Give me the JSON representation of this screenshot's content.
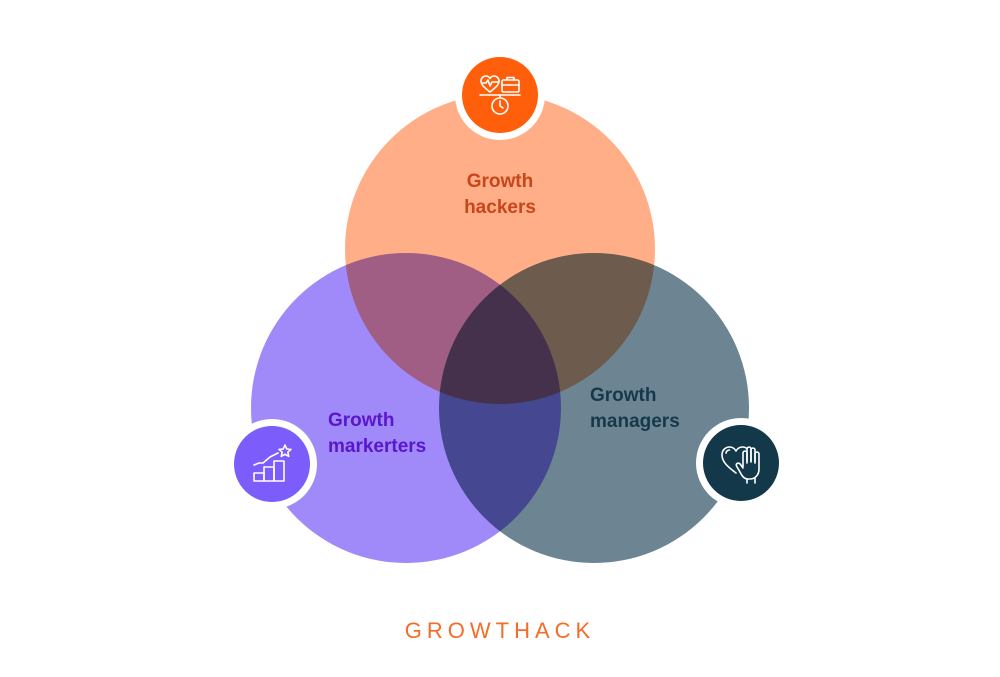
{
  "colors": {
    "hackers_circle": "#FFAE87",
    "marketers_circle": "#A08AFA",
    "managers_circle": "#6A8391",
    "hackers_text": "#C7461A",
    "marketers_text": "#5A16CC",
    "managers_text": "#15394A",
    "hackers_icon_bg": "#FF5E0A",
    "marketers_icon_bg": "#7C5CFA",
    "managers_icon_bg": "#12384A",
    "brand": "#F36D28",
    "background": "#FFFFFF"
  },
  "circles": {
    "hackers": {
      "label_line1": "Growth",
      "label_line2": "hackers",
      "icon": "health-briefcase-clock-icon"
    },
    "marketers": {
      "label_line1": "Growth",
      "label_line2": "markerters",
      "icon": "growth-bar-chart-star-icon"
    },
    "managers": {
      "label_line1": "Growth",
      "label_line2": "managers",
      "icon": "heart-hand-icon"
    }
  },
  "brand": {
    "text": "GROWTHACK"
  }
}
